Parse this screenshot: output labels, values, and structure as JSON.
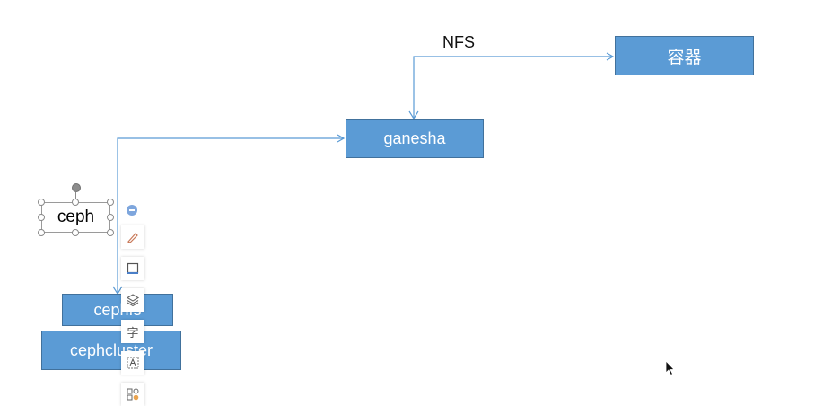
{
  "nodes": {
    "container": "容器",
    "ganesha": "ganesha",
    "cephfs": "cephfs",
    "cephcluster": "cephcluster"
  },
  "edge_label": "NFS",
  "selected_textbox": "ceph",
  "toolbar": {
    "icons": [
      "minus-icon",
      "brush-icon",
      "border-icon",
      "layers-icon",
      "text-char-icon",
      "text-frame-icon",
      "shapes-icon"
    ],
    "text_char_glyph": "字"
  },
  "colors": {
    "node_fill": "#5b9bd5",
    "node_border": "#41719c",
    "connector": "#5b9bd5"
  }
}
